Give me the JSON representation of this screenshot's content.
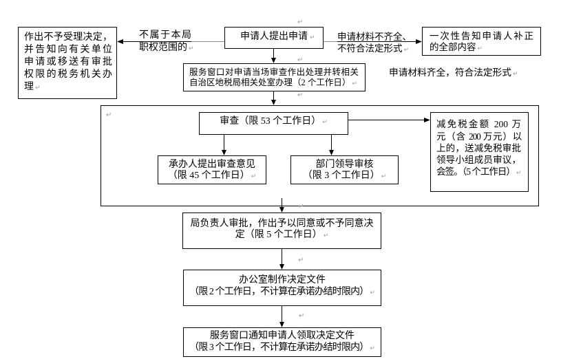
{
  "theme": {
    "background": "#ffffff",
    "text": "#000000",
    "stroke": "#000000",
    "stroke_light": "#8a8a8a",
    "paragraph_mark": "#9a9a9a"
  },
  "paragraph_mark": "↵",
  "flowchart": {
    "start": {
      "lines": [
        "申请人提出申请"
      ]
    },
    "out_of_jurisdiction": {
      "condition_lines": [
        "不属于本局",
        "职权范围的"
      ],
      "result_lines": [
        "作出不予受理决定，",
        "并告知向有关单位",
        "申请或移送有审批",
        "权限的税务机关办",
        "理"
      ]
    },
    "incomplete_materials": {
      "condition_lines": [
        "申请材料不齐全、",
        "不符合法定形式"
      ],
      "result_lines": [
        "一次性告知申请人补正",
        "的全部内容"
      ]
    },
    "window_review": {
      "lines": [
        "服务窗口对申请当场审查作出处理并转相关",
        "自治区地税局相关处室办理（2 个工作日）"
      ]
    },
    "complete_materials": {
      "condition": "申请材料齐全，符合法定形式"
    },
    "review_stage": {
      "review": {
        "lines": [
          "审查（限 53 个工作日）"
        ]
      },
      "handler_opinion": {
        "lines": [
          "承办人提出审查意见",
          "（限 45 个工作日）"
        ]
      },
      "department_leader_review": {
        "lines": [
          "部门领导审核",
          "（限 3 个工作日）"
        ]
      },
      "large_amount_review": {
        "lines": [
          "减免税金额 200 万",
          "元（含 200 万元）以",
          "上的，送减免税审批",
          "领导小组成员审议，",
          "会签。（5 个工作日）"
        ]
      }
    },
    "director_approval": {
      "lines": [
        "局负责人审批，作出予以同意或不予同意决",
        "定（限 5 个工作日）"
      ]
    },
    "office_document": {
      "lines": [
        "办公室制作决定文件",
        "（限 2 个工作日，不计算在承诺办结时限内）"
      ]
    },
    "notify_pickup": {
      "lines": [
        "服务窗口通知申请人领取决定文件",
        "（限 3 个工作日，不计算在承诺办结时限内）"
      ]
    }
  }
}
